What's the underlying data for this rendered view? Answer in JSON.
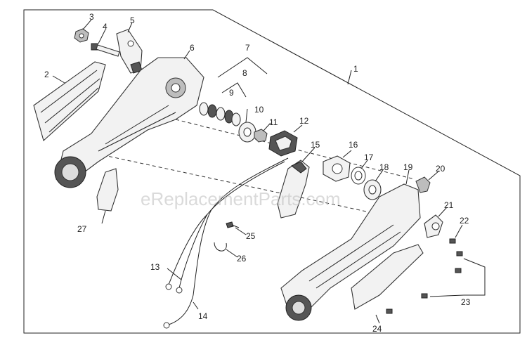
{
  "watermark": "eReplacementParts.com",
  "callouts": {
    "c1": "1",
    "c2": "2",
    "c3": "3",
    "c4": "4",
    "c5": "5",
    "c6": "6",
    "c7": "7",
    "c8": "8",
    "c9": "9",
    "c10": "10",
    "c11": "11",
    "c12": "12",
    "c13": "13",
    "c14": "14",
    "c15": "15",
    "c16": "16",
    "c17": "17",
    "c18": "18",
    "c19": "19",
    "c20": "20",
    "c21": "21",
    "c22": "22",
    "c23": "23",
    "c24": "24",
    "c25": "25",
    "c26": "26",
    "c27": "27"
  }
}
